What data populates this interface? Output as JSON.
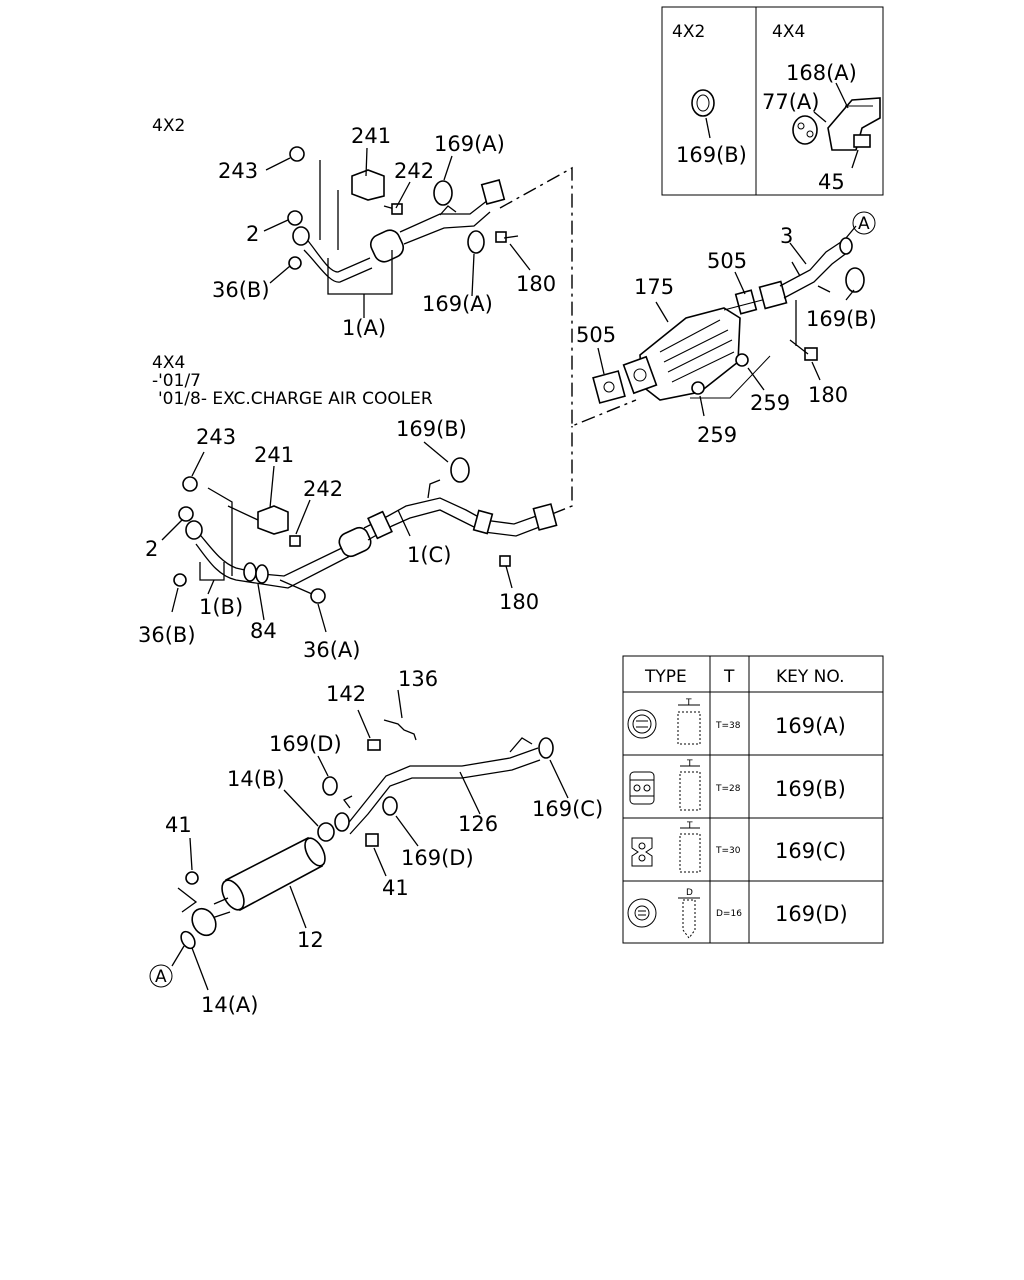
{
  "inset": {
    "left_title": "4X2",
    "right_title": "4X4"
  },
  "section_4x2": {
    "title": "4X2"
  },
  "section_4x4": {
    "line1": "4X4",
    "line2": "-'01/7",
    "line3": "'01/8- EXC.CHARGE AIR COOLER"
  },
  "labels": {
    "p168a": "168(A)",
    "p77a": "77(A)",
    "p169b_inset": "169(B)",
    "p45": "45",
    "p241_top": "241",
    "p243_top": "243",
    "p242_top": "242",
    "p169a_top": "169(A)",
    "p2_top": "2",
    "p36b_top": "36(B)",
    "p1a": "1(A)",
    "p169a_mid": "169(A)",
    "p180_top": "180",
    "pA_right": "A",
    "p3": "3",
    "p505_right": "505",
    "p175": "175",
    "p169b_right": "169(B)",
    "p505_left": "505",
    "p259_right": "259",
    "p180_right": "180",
    "p259_low": "259",
    "p243_mid": "243",
    "p169b_mid": "169(B)",
    "p241_mid": "241",
    "p242_mid": "242",
    "p2_mid": "2",
    "p1c": "1(C)",
    "p1b": "1(B)",
    "p36b_mid": "36(B)",
    "p84": "84",
    "p36a": "36(A)",
    "p180_mid": "180",
    "p136": "136",
    "p142": "142",
    "p169d_top": "169(D)",
    "p14b": "14(B)",
    "p41_left": "41",
    "p169c": "169(C)",
    "p126": "126",
    "p169d_low": "169(D)",
    "p41_low": "41",
    "p12": "12",
    "pA_left": "A",
    "p14a": "14(A)"
  },
  "table": {
    "headers": {
      "type": "TYPE",
      "t": "T",
      "key": "KEY NO."
    },
    "rows": [
      {
        "t": "T=38",
        "key": "169(A)",
        "icon": "round-mount-icon"
      },
      {
        "t": "T=28",
        "key": "169(B)",
        "icon": "four-hole-mount-icon"
      },
      {
        "t": "T=30",
        "key": "169(C)",
        "icon": "two-hole-mount-icon"
      },
      {
        "t": "D=16",
        "key": "169(D)",
        "icon": "plug-mount-icon"
      }
    ],
    "dim_T": "T",
    "dim_D": "D"
  }
}
